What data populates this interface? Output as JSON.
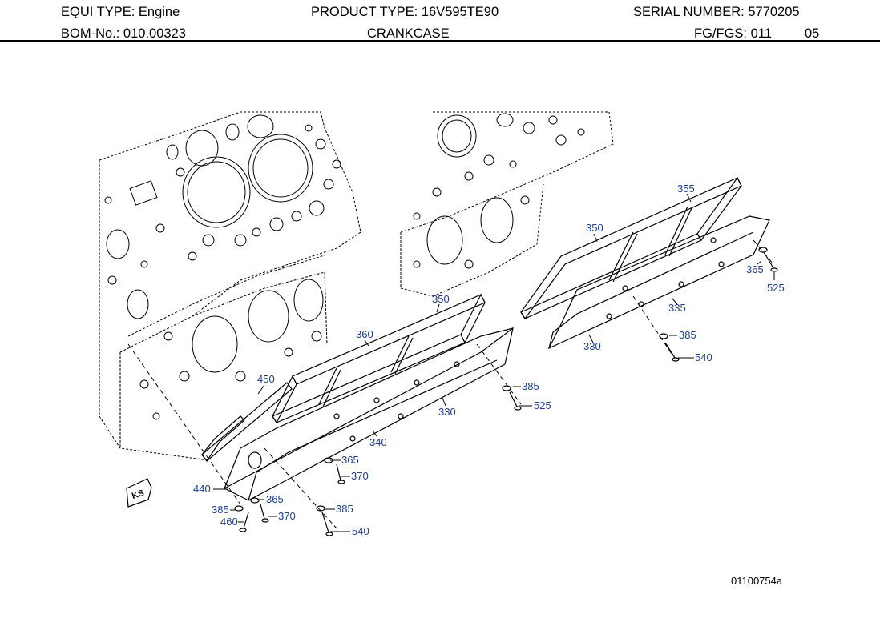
{
  "header": {
    "equi_type": "EQUI TYPE:  Engine",
    "bom_no": "BOM-No.:  010.00323",
    "product_type": "PRODUCT TYPE:  16V595TE90",
    "title": "CRANKCASE",
    "serial_number": "SERIAL NUMBER:  5770205",
    "fg_fgs": "FG/FGS:  011",
    "fg_fgs_sub": "05"
  },
  "callouts": {
    "c355": "355",
    "c350a": "350",
    "c365a": "365",
    "c525a": "525",
    "c335": "335",
    "c385a": "385",
    "c330a": "330",
    "c540a": "540",
    "c350b": "350",
    "c360": "360",
    "c450": "450",
    "c385b": "385",
    "c525b": "525",
    "c330b": "330",
    "c340": "340",
    "c365b": "365",
    "c370a": "370",
    "c440": "440",
    "c365c": "365",
    "c385c": "385",
    "c385d": "385",
    "c370b": "370",
    "c460": "460",
    "c540b": "540"
  },
  "symbol": {
    "ks": "KS"
  },
  "drawing_number": "01100754a",
  "colors": {
    "callout": "#1f3f8f",
    "line": "#000000"
  }
}
